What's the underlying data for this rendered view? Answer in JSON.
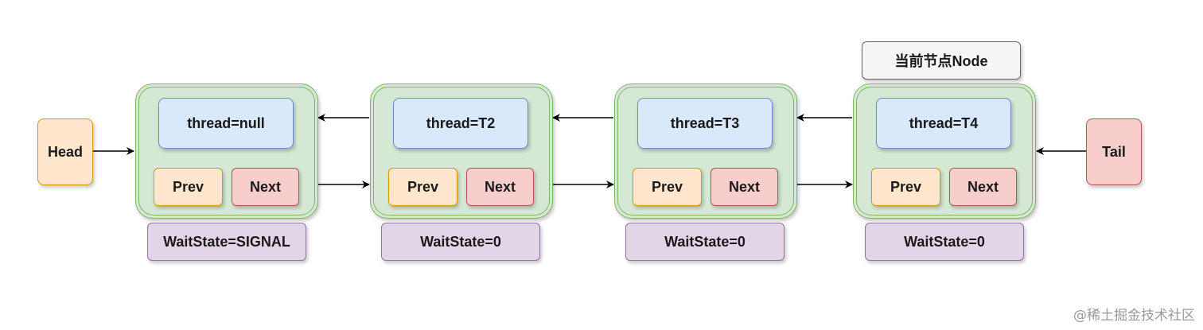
{
  "head_label": "Head",
  "tail_label": "Tail",
  "current_node_label": "当前节点Node",
  "nodes": [
    {
      "thread": "thread=null",
      "prev": "Prev",
      "next": "Next",
      "wait_state": "WaitState=SIGNAL"
    },
    {
      "thread": "thread=T2",
      "prev": "Prev",
      "next": "Next",
      "wait_state": "WaitState=0"
    },
    {
      "thread": "thread=T3",
      "prev": "Prev",
      "next": "Next",
      "wait_state": "WaitState=0"
    },
    {
      "thread": "thread=T4",
      "prev": "Prev",
      "next": "Next",
      "wait_state": "WaitState=0"
    }
  ],
  "watermark": "@稀土掘金技术社区",
  "colors": {
    "node_fill": "#d5e8d4",
    "node_stroke": "#82b366",
    "thread_fill": "#dae8fc",
    "thread_stroke": "#6c8ebf",
    "prev_fill": "#ffe6cc",
    "prev_stroke": "#d79b00",
    "next_fill": "#f8cecc",
    "next_stroke": "#b85450",
    "wait_fill": "#e1d5e7",
    "wait_stroke": "#9673a6",
    "current_fill": "#f5f5f5",
    "current_stroke": "#666666"
  }
}
